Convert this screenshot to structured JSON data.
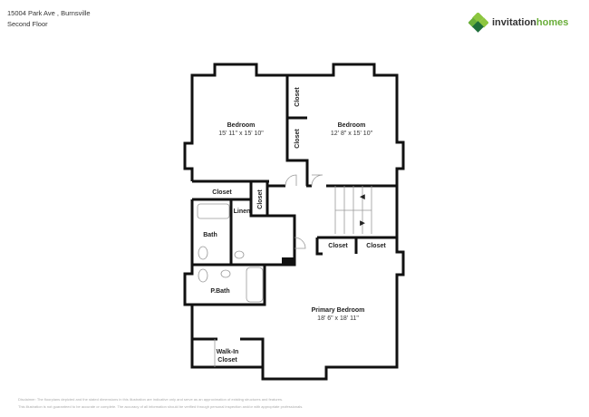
{
  "header": {
    "address": "15004 Park Ave , Burnsville",
    "floor": "Second Floor"
  },
  "logo": {
    "word1": "invitation",
    "word2": "homes",
    "colors": [
      "#8cc63f",
      "#3a9a4a",
      "#1f6e3a"
    ]
  },
  "rooms": {
    "bedroom1": {
      "name": "Bedroom",
      "dims": "15' 11\" x 15' 10\""
    },
    "bedroom2": {
      "name": "Bedroom",
      "dims": "12' 8\" x 15' 10\""
    },
    "closet_a": "Closet",
    "closet_b": "Closet",
    "closet_c": "Closet",
    "closet_d": "Closet",
    "closet_e": "Closet",
    "closet_f": "Closet",
    "linen": "Linen",
    "bath": "Bath",
    "pbath": "P.Bath",
    "primary": {
      "name": "Primary Bedroom",
      "dims": "18' 6\" x 18' 11\""
    },
    "walkin": {
      "line1": "Walk-In",
      "line2": "Closet"
    }
  },
  "disclaimer": {
    "line1": "Disclaimer: The floorplans depicted and the stated dimensions in this illustration are indicative only and serve as an approximation of existing structures and features.",
    "line2": "This illustration is not guaranteed to be accurate or complete. The accuracy of all information should be verified through personal inspection and/or with appropriate professionals."
  }
}
